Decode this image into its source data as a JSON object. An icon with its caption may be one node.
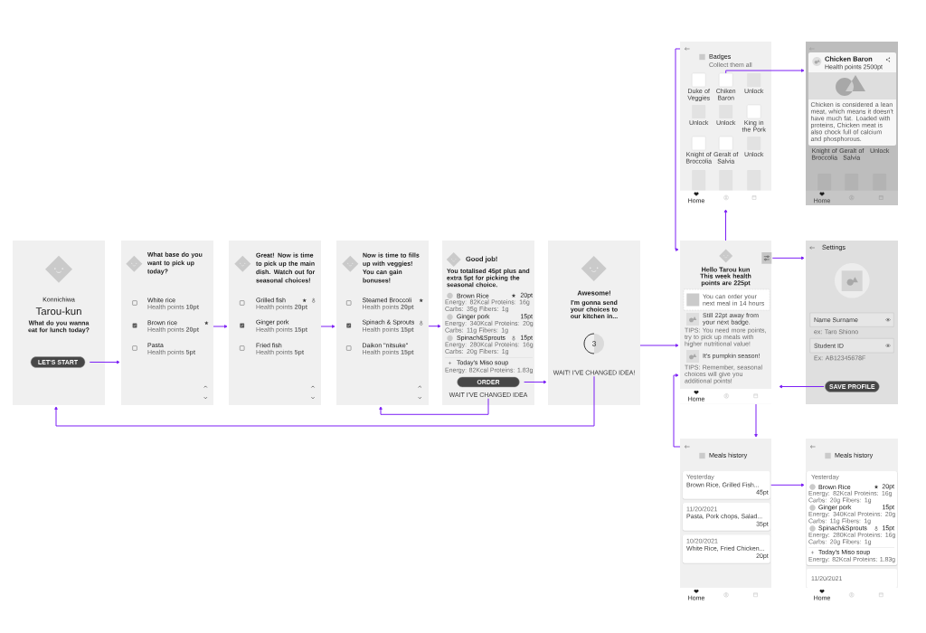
{
  "diagram": {
    "nodes": [
      {
        "text": [
          "Badges",
          "Collect them all"
        ]
      },
      {
        "text": [
          "Duke of Veggies"
        ],
        "in": 0
      },
      {
        "text": [
          "Chiken Baron"
        ],
        "in": 0
      },
      {
        "text": [
          "Unlock"
        ],
        "in": 0
      },
      {
        "text": [
          "Unlock"
        ],
        "in": 0
      },
      {
        "text": [
          "Unlock"
        ],
        "in": 0
      },
      {
        "text": [
          "King in the Pork"
        ],
        "in": 0
      },
      {
        "text": [
          "Knight of Broccolia"
        ],
        "in": 0
      },
      {
        "text": [
          "Geralt of Salvia"
        ],
        "in": 0
      },
      {
        "text": [
          "Unlock"
        ],
        "in": 0
      },
      {
        "text": [],
        "shape": "box",
        "in": 0
      },
      {
        "text": [],
        "shape": "box",
        "in": 0
      },
      {
        "text": [],
        "shape": "box",
        "in": 0
      },
      {
        "text": [
          "Home"
        ],
        "in": 0
      },
      {
        "text": [
          "Knight of Broccolia",
          "Geralt of Salvia",
          "Unlock"
        ]
      },
      {
        "text": [
          "Chicken Baron",
          "Health points 2500pt",
          "Chicken is considered a lean meat, which means it doesn't have much fat. Loaded with proteins, Chicken meat is also chock full of calcium and phosphorous."
        ],
        "in": 14
      },
      {
        "text": [
          "Home"
        ],
        "in": 14
      },
      {
        "text": [
          "Konnichiwa",
          "Tarou-kun",
          "What do you wanna eat for lunch today?"
        ]
      },
      {
        "text": [
          "LET'S START"
        ],
        "in": 17
      },
      {
        "text": [
          "What base do you want to pick up today?",
          "White rice",
          "Health points **10pt**",
          "Brown rice",
          "Health points **20pt**",
          "Pasta",
          "Health points **5pt**"
        ]
      },
      {
        "text": [
          "Great! Now is time to pick up the main dish. Watch out for seasonal choices!",
          "Grilled fish",
          "Health points **20pt**",
          "Ginger pork",
          "Health points **15pt**",
          "Fried fish",
          "Health points **5pt**"
        ]
      },
      {
        "text": [
          "Now is time to fills up with veggies! You can gain bonuses!",
          "Steamed Broccoli",
          "Health points **20pt**",
          "Spinach & Sprouts",
          "Health points **15pt**",
          "Daikon \"nitsuke\"",
          "Health points **15pt**"
        ]
      },
      {
        "text": [
          "Good job!",
          "You totalised 45pt plus and extra 5pt for picking the seasonal choice.",
          "Brown Rice",
          "20pt",
          "Energy: 82Kcal Proteins: 16g Carbs: 35g Fibers: 1g",
          "Ginger pork",
          "15pt",
          "Energy: 340Kcal Proteins: 20g Carbs: 11g Fibers: 1g",
          "Spinach&Sprouts",
          "15pt",
          "Energy: 280Kcal Proteins: 16g Carbs: 20g Fibers: 1g",
          "Today's Miso soup",
          "Energy: 82Kcal Proteins: 1.83g"
        ]
      },
      {
        "text": [
          "ORDER"
        ],
        "in": 22
      },
      {
        "text": [
          "WAIT I'VE CHANGED IDEA"
        ],
        "in": 22
      },
      {
        "text": [
          "Awesome!",
          "I'm gonna send your choices to our kitchen in...",
          "3"
        ]
      },
      {
        "text": [
          "WAIT! I'VE CHANGED IDEA!"
        ],
        "in": 25
      },
      {
        "text": [
          "Hello Tarou kun",
          "This week health points are 225pt",
          "Still 22pt away from your next badge.",
          "TIPS: You need more points, try to pick up meals with higher nutritional value!",
          "It's pumpkin season!",
          "TIPS: Remember, seasonal choices will give you additional points!"
        ]
      },
      {
        "text": [],
        "shape": "box",
        "in": 27
      },
      {
        "text": [
          "You can order your next meal in 14 hours"
        ],
        "in": 27
      },
      {
        "text": [
          "Home"
        ],
        "in": 27
      },
      {
        "text": [
          "Settings"
        ]
      },
      {
        "text": [
          "Name Surname"
        ],
        "beside": [
          "ex: Taro Shiono"
        ],
        "in": 31
      },
      {
        "text": [
          "Student ID"
        ],
        "beside": [
          "Ex: AB12345678F"
        ],
        "in": 31
      },
      {
        "text": [
          "SAVE PROFILE"
        ],
        "in": 31
      },
      {
        "text": [
          "Meals history"
        ]
      },
      {
        "text": [
          "Yesterday",
          "Brown Rice, Grilled Fish...",
          "45pt"
        ],
        "in": 35
      },
      {
        "text": [
          "11/20/2021",
          "Pasta, Pork chops, Salad...",
          "35pt"
        ],
        "in": 35
      },
      {
        "text": [
          "10/20/2021",
          "White Rice, Fried Chicken...",
          "20pt"
        ],
        "in": 35
      },
      {
        "text": [
          "Home"
        ],
        "in": 35
      },
      {
        "text": [
          "Meals history"
        ]
      },
      {
        "text": [
          "Yesterday",
          "Brown Rice",
          "20pt",
          "Energy: 82Kcal Proteins: 16g Carbs: 20g Fibers: 1g",
          "Ginger pork",
          "15pt",
          "Energy: 340Kcal Proteins: 20g Carbs: 11g Fibers: 1g",
          "Spinach&Sprouts",
          "15pt",
          "Energy: 280Kcal Proteins: 16g Carbs: 20g Fibers: 1g",
          "Today's Miso soup",
          "Energy: 82Kcal Proteins: 1.83g"
        ],
        "in": 40
      },
      {
        "text": [
          "11/20/2021"
        ],
        "in": 40
      },
      {
        "text": [
          "Home"
        ],
        "in": 40
      }
    ],
    "edges": [
      {
        "from": 18,
        "to": 19,
        "arrow": "to"
      },
      {
        "from": 19,
        "to": 20,
        "arrow": "to"
      },
      {
        "from": 20,
        "to": 21,
        "arrow": "to"
      },
      {
        "from": 21,
        "to": 22,
        "arrow": "to"
      },
      {
        "from": 23,
        "to": 25,
        "arrow": "to"
      },
      {
        "from": 24,
        "to": 21,
        "arrow": "to"
      },
      {
        "from": 26,
        "to": 17,
        "arrow": "to"
      },
      {
        "from": 25,
        "to": 27,
        "arrow": "to"
      },
      {
        "from": 27,
        "to": 0,
        "arrow": "to"
      },
      {
        "from": 0,
        "to": 27,
        "arrow": "to"
      },
      {
        "from": 2,
        "to": 14,
        "arrow": "to"
      },
      {
        "from": 28,
        "to": 31,
        "arrow": "to"
      },
      {
        "from": 34,
        "to": 27,
        "arrow": "to"
      },
      {
        "from": 27,
        "to": 35,
        "arrow": "to"
      },
      {
        "from": 35,
        "to": 27,
        "arrow": "to"
      },
      {
        "from": 36,
        "to": 40,
        "arrow": "to"
      }
    ]
  }
}
